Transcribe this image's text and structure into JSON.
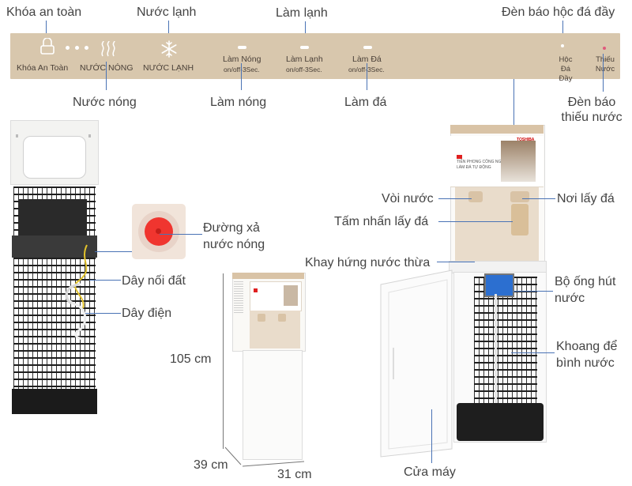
{
  "top_labels": {
    "child_lock": "Khóa an toàn",
    "cold_water": "Nước lạnh",
    "cooling": "Làm lạnh",
    "ice_full_light": "Đèn báo hộc đá đầy"
  },
  "panel": {
    "child_lock": "Khóa An Toàn",
    "hot_water": "NƯỚC NÓNG",
    "cold_water": "NƯỚC LẠNH",
    "heating": "Làm Nóng",
    "heating_sub": "on/off-3Sec.",
    "cooling": "Làm Lạnh",
    "cooling_sub": "on/off-3Sec.",
    "ice": "Làm Đá",
    "ice_sub": "on/off-3Sec.",
    "ice_full": "Hộc Đá Đầy",
    "low_water": "Thiếu Nước"
  },
  "under_labels": {
    "hot_water": "Nước nóng",
    "heating": "Làm nóng",
    "ice_making": "Làm đá",
    "low_water_light": "Đèn báo thiếu nước"
  },
  "callouts": {
    "hot_drain": "Đường xả nước nóng",
    "ground_wire": "Dây nối đất",
    "power_cord": "Dây điện",
    "faucet": "Vòi nước",
    "ice_outlet": "Nơi lấy đá",
    "ice_press_plate": "Tấm nhấn lấy đá",
    "drip_tray": "Khay hứng nước thừa",
    "suction_tube": "Bộ ống hút nước",
    "bottle_compartment": "Khoang để bình nước",
    "door": "Cửa máy"
  },
  "dimensions": {
    "height": "105 cm",
    "depth": "39 cm",
    "width": "31 cm"
  },
  "brand": {
    "logo": "TOSHIBA",
    "promo_line1": "TIÊN PHONG CÔNG NGHỆ",
    "promo_line2": "LÀM ĐÁ TỰ ĐỘNG"
  },
  "colors": {
    "panel": "#d8c7ad",
    "leader": "#4a73b5"
  }
}
